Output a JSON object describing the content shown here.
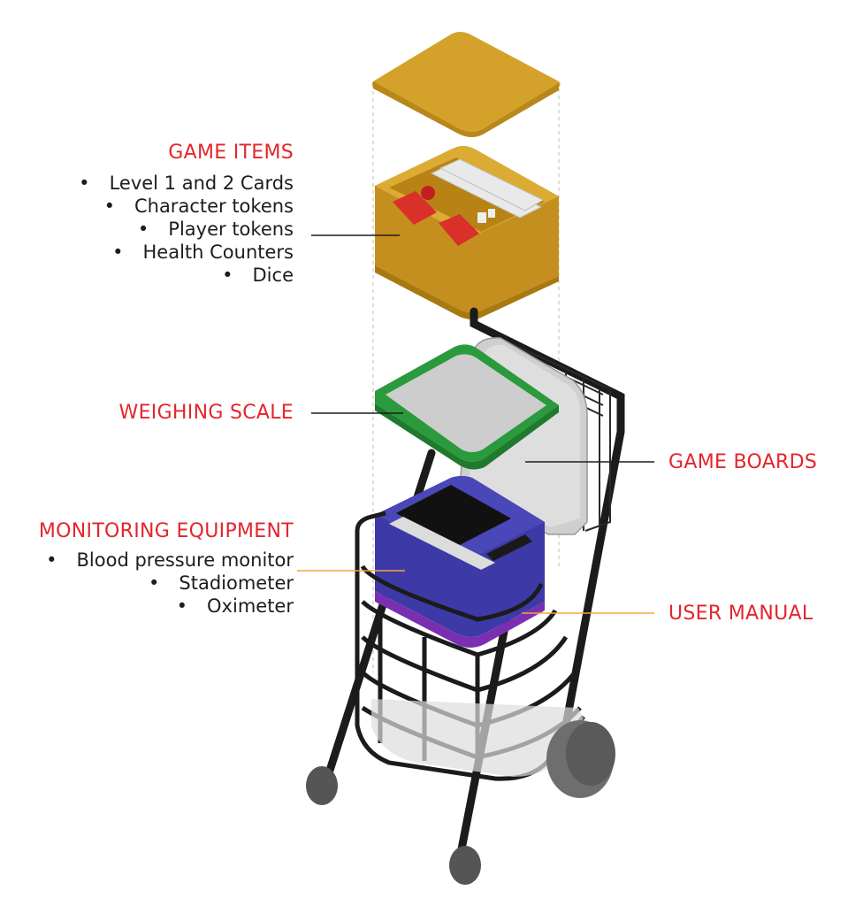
{
  "labels": {
    "game_items": {
      "title": "GAME ITEMS",
      "items": [
        "Level 1 and 2 Cards",
        "Character tokens",
        "Player tokens",
        "Health Counters",
        "Dice"
      ]
    },
    "weighing_scale": {
      "title": "WEIGHING SCALE"
    },
    "monitoring_equipment": {
      "title": "MONITORING EQUIPMENT",
      "items": [
        "Blood pressure monitor",
        "Stadiometer",
        "Oximeter"
      ]
    },
    "game_boards": {
      "title": "GAME BOARDS"
    },
    "user_manual": {
      "title": "USER MANUAL"
    }
  },
  "colors": {
    "label_red": "#e3262b",
    "leader_dark": "#1d1d1d",
    "leader_orange": "#f2a541",
    "box_yellow": "#d4a12a",
    "scale_green": "#2a9a3c",
    "bin_blue": "#4a47b8",
    "frame_black": "#1b1b1b"
  }
}
